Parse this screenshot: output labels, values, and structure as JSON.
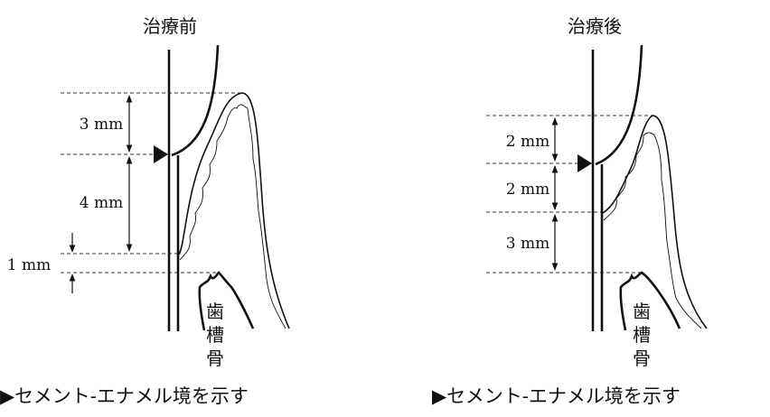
{
  "panels": [
    {
      "title": "治療前",
      "measurements": [
        "3 mm",
        "4 mm",
        "1 mm"
      ],
      "bone_label": [
        "歯",
        "槽",
        "骨"
      ],
      "caption": "▶セメント-エナメル境を示す"
    },
    {
      "title": "治療後",
      "measurements": [
        "2 mm",
        "2 mm",
        "3 mm"
      ],
      "bone_label": [
        "歯",
        "槽",
        "骨"
      ],
      "caption": "▶セメント-エナメル境を示す"
    }
  ]
}
